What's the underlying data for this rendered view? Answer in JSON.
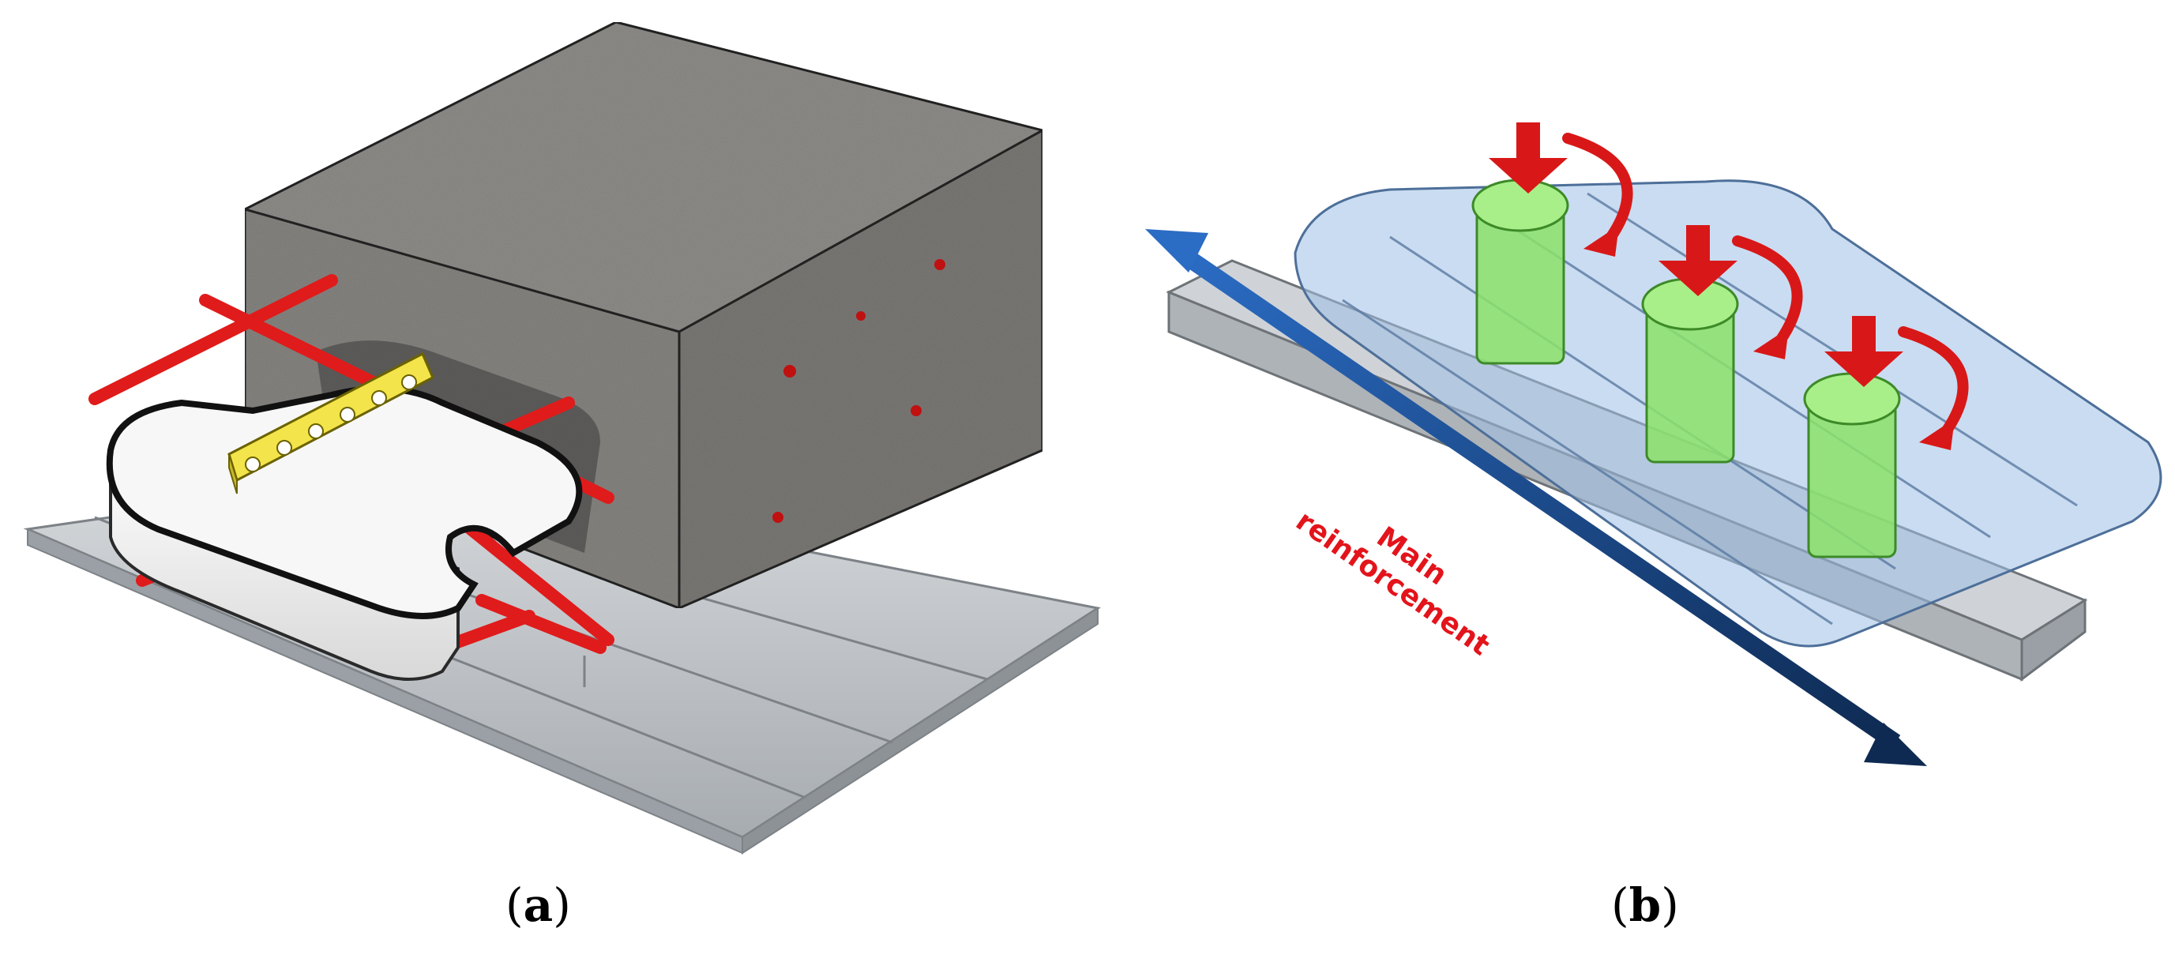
{
  "figure": {
    "panel_a": {
      "caption_open": "(",
      "caption_letter": "a",
      "caption_close": ")"
    },
    "panel_b": {
      "caption_open": "(",
      "caption_letter": "b",
      "caption_close": ")",
      "axis_label_line1": "Main",
      "axis_label_line2": "reinforcement"
    }
  },
  "colors": {
    "concrete": "#8a8884",
    "concrete_dark": "#6e6c68",
    "steel_deck": "#b9bdc1",
    "steel_deck_dark": "#93989d",
    "rebar": "#e01b1b",
    "connector_white": "#f4f4f4",
    "connector_edge": "#2a2a2a",
    "perforated_plate": "#f2e44a",
    "translucent_blue": "#9fbfe6",
    "green_dowel": "#8be26a",
    "load_arrow": "#d81818",
    "axis_arrow": "#1f4f8f",
    "label_red": "#e3141b"
  }
}
